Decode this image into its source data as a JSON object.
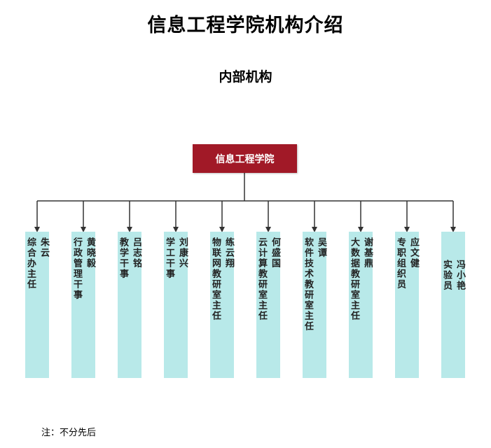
{
  "title": "信息工程学院机构介绍",
  "subtitle": "内部机构",
  "root": {
    "label": "信息工程学院"
  },
  "nodes": [
    {
      "role": "综合办主任",
      "person": "朱云"
    },
    {
      "role": "行政管理干事",
      "person": "黄晓毅"
    },
    {
      "role": "教学干事",
      "person": "吕志铭"
    },
    {
      "role": "学工干事",
      "person": "刘康兴"
    },
    {
      "role": "物联网教研室主任",
      "person": "练云翔"
    },
    {
      "role": "云计算教研室主任",
      "person": "何盛国"
    },
    {
      "role": "软件技术教研室主任",
      "person": "吴谭"
    },
    {
      "role": "大数据教研室主任",
      "person": "谢基鼎"
    },
    {
      "role": "专职组织员",
      "person": "应文健"
    },
    {
      "role": "实验员",
      "person": "冯小艳"
    }
  ],
  "note": "注：不分先后",
  "colors": {
    "root_bg": "#a11927",
    "node_bg": "#b8e9e9",
    "line": "#333333"
  }
}
